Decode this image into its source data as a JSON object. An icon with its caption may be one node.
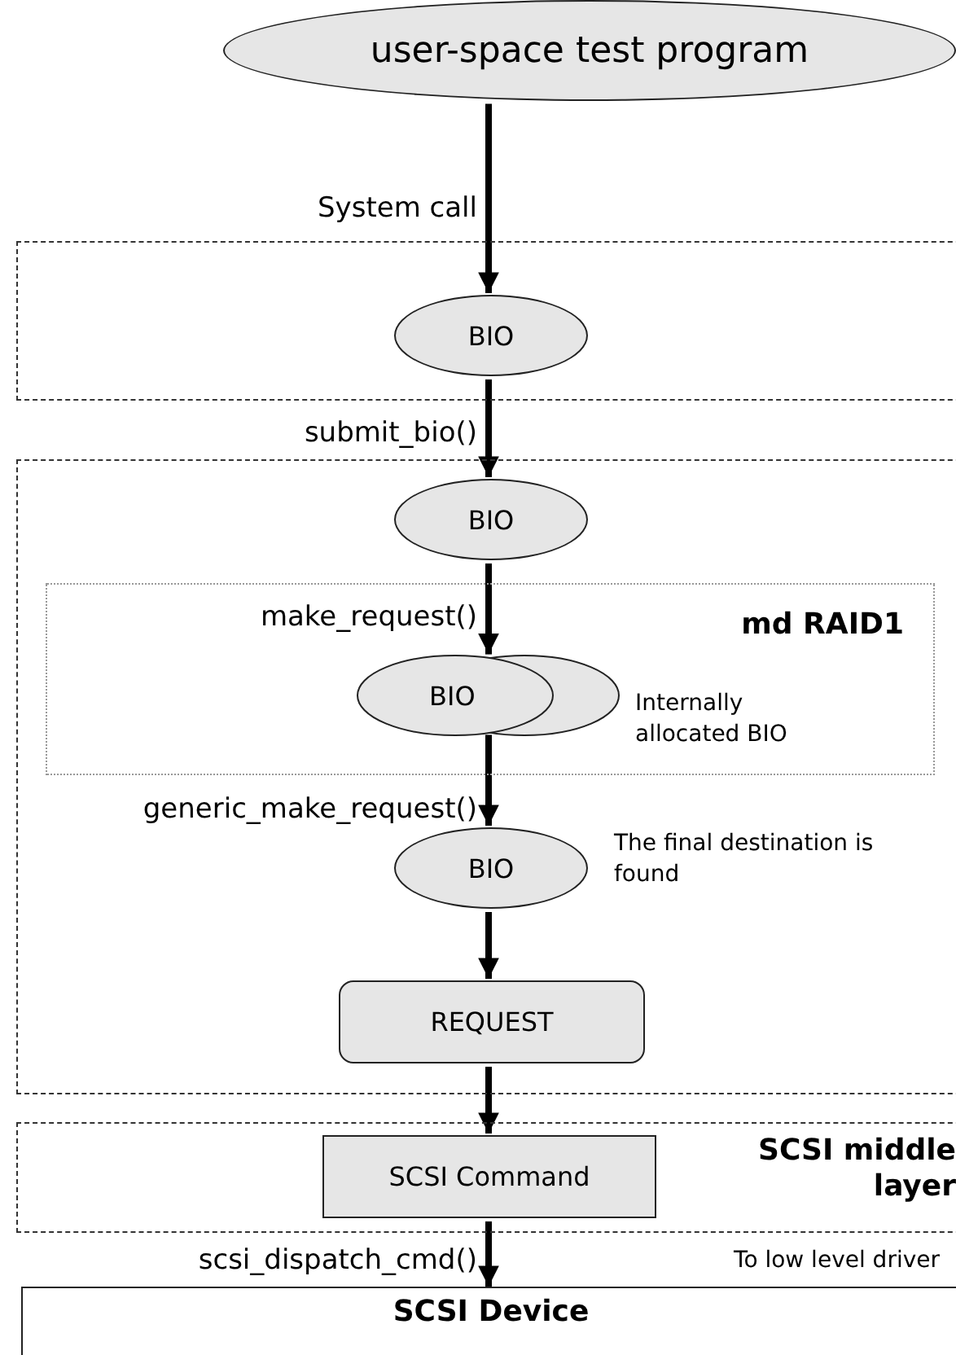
{
  "diagram": {
    "nodes": [
      {
        "text": [
          "user-space test program"
        ]
      },
      {
        "text": [],
        "shape": "box"
      },
      {
        "text": [
          "BIO"
        ],
        "in": 1
      },
      {
        "text": [],
        "shape": "box"
      },
      {
        "text": [
          "BIO"
        ],
        "in": 3
      },
      {
        "text": [
          "md RAID1"
        ],
        "in": 3
      },
      {
        "text": [
          "BIO"
        ],
        "in": 5,
        "beside": [
          "Internally allocated BIO"
        ]
      },
      {
        "text": [
          "BIO"
        ],
        "in": 3,
        "beside": [
          "The final destination is found"
        ]
      },
      {
        "text": [
          "REQUEST"
        ],
        "in": 3
      },
      {
        "text": [
          "SCSI middle layer"
        ]
      },
      {
        "text": [
          "SCSI Command"
        ],
        "in": 9
      },
      {
        "text": [
          "SCSI Device"
        ]
      }
    ],
    "edges": [
      {
        "from": 0,
        "to": 2,
        "arrow": "to",
        "label": "System call"
      },
      {
        "from": 2,
        "to": 4,
        "arrow": "to",
        "label": "submit_bio()"
      },
      {
        "from": 4,
        "to": 6,
        "arrow": "to",
        "label": "make_request()"
      },
      {
        "from": 6,
        "to": 7,
        "arrow": "to",
        "label": "generic_make_request()"
      },
      {
        "from": 7,
        "to": 8,
        "arrow": "to"
      },
      {
        "from": 8,
        "to": 10,
        "arrow": "to"
      },
      {
        "from": 10,
        "to": 11,
        "arrow": "to",
        "label": "scsi_dispatch_cmd()"
      }
    ],
    "labels": [
      "To low level driver"
    ]
  }
}
